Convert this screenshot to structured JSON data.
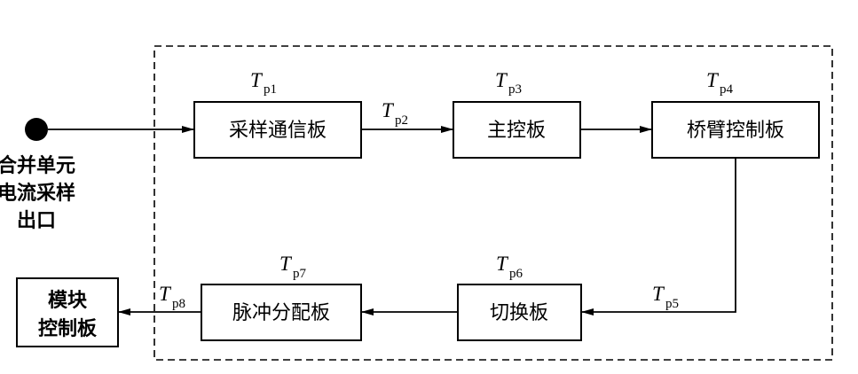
{
  "source": {
    "lines": [
      "合并单元",
      "电流采样",
      "出口"
    ]
  },
  "boxes": {
    "sampling_board": "采样通信板",
    "main_control_board": "主控板",
    "bridge_arm_board": "桥臂控制板",
    "switch_board": "切换板",
    "pulse_board": "脉冲分配板",
    "module_control": [
      "模块",
      "控制板"
    ]
  },
  "time_labels": {
    "tp1": {
      "T": "T",
      "sub": "p1"
    },
    "tp2": {
      "T": "T",
      "sub": "p2"
    },
    "tp3": {
      "T": "T",
      "sub": "p3"
    },
    "tp4": {
      "T": "T",
      "sub": "p4"
    },
    "tp5": {
      "T": "T",
      "sub": "p5"
    },
    "tp6": {
      "T": "T",
      "sub": "p6"
    },
    "tp7": {
      "T": "T",
      "sub": "p7"
    },
    "tp8": {
      "T": "T",
      "sub": "p8"
    }
  }
}
